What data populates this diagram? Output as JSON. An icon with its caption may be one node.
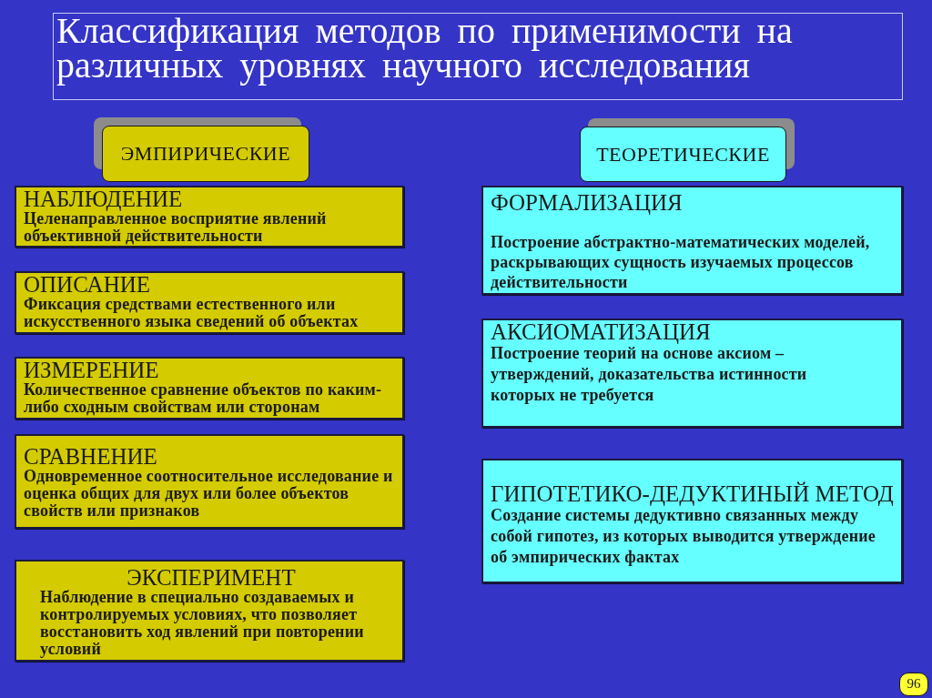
{
  "diagram": {
    "title": "Классификация методов по применимости на различных уровнях научного исследования",
    "nodes": [
      {
        "text": [
          "ЭМПИРИЧЕСКИЕ"
        ]
      },
      {
        "text": [
          "ТЕОРЕТИЧЕСКИЕ"
        ]
      },
      {
        "text": [
          "НАБЛЮДЕНИЕ",
          "Целенаправленное восприятие явлений объективной действительности"
        ]
      },
      {
        "text": [
          "ОПИСАНИЕ",
          "Фиксация средствами естественного или искусственного языка сведений об объектах"
        ]
      },
      {
        "text": [
          "ИЗМЕРЕНИЕ",
          "Количественное сравнение объектов по каким-либо сходным свойствам или сторонам"
        ]
      },
      {
        "text": [
          "СРАВНЕНИЕ",
          "Одновременное соотносительное исследование и оценка общих для двух или более объектов свойств или признаков"
        ]
      },
      {
        "text": [
          "ЭКСПЕРИМЕНТ",
          "Наблюдение в специально создаваемых и контролируемых условиях, что позволяет восстановить ход явлений при повторении условий"
        ]
      },
      {
        "text": [
          "ФОРМАЛИЗАЦИЯ",
          "Построение абстрактно-математических моделей, раскрывающих сущность изучаемых процессов действительности"
        ]
      },
      {
        "text": [
          "АКСИОМАТИЗАЦИЯ",
          "Построение теорий на основе аксиом – утверждений, доказательства истинности которых не требуется"
        ]
      },
      {
        "text": [
          "ГИПОТЕТИКО-ДЕДУКТИНЫЙ МЕТОД",
          "Создание системы дедуктивно связанных между собой гипотез, из которых выводится утверждение об эмпирических фактах"
        ]
      }
    ],
    "labels": [
      "96"
    ]
  }
}
